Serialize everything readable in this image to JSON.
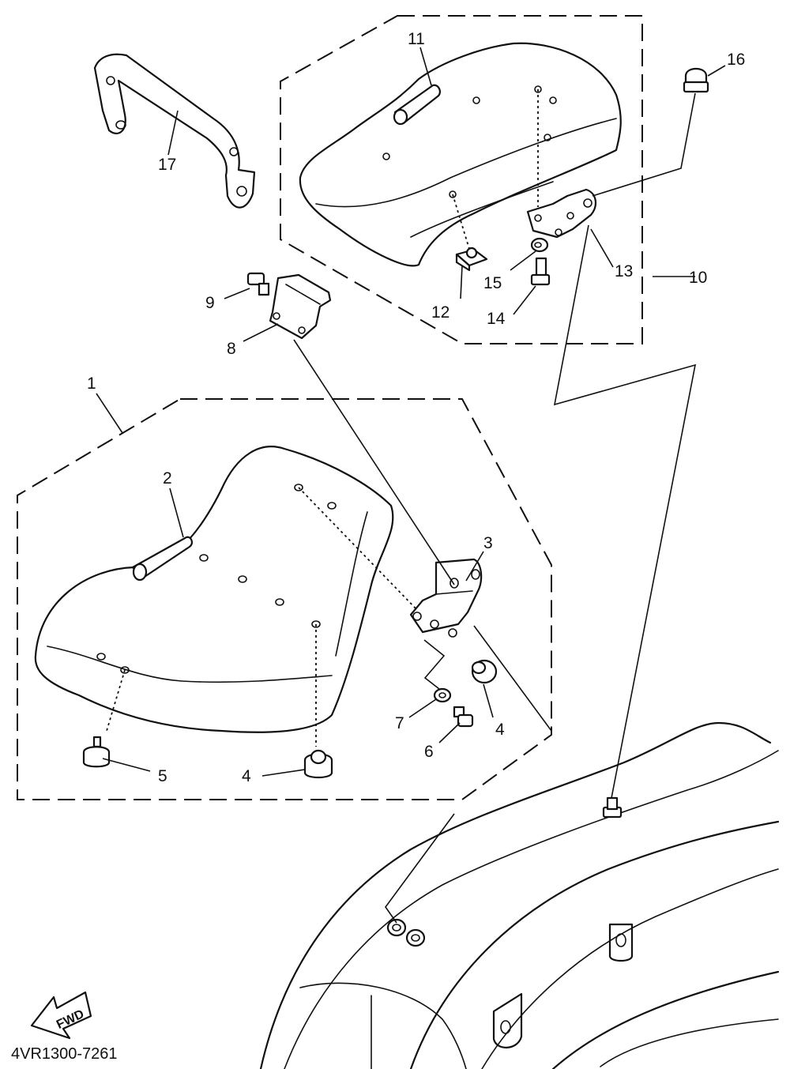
{
  "callouts": {
    "n1": "1",
    "n2": "2",
    "n3": "3",
    "n4a": "4",
    "n4b": "4",
    "n5": "5",
    "n6": "6",
    "n7": "7",
    "n8": "8",
    "n9": "9",
    "n10": "10",
    "n11": "11",
    "n12": "12",
    "n13": "13",
    "n14": "14",
    "n15": "15",
    "n16": "16",
    "n17": "17"
  },
  "fwd_label": "FWD",
  "diagram_code": "4VR1300-7261",
  "icons": {
    "forward": "arrow-left-down-icon"
  }
}
